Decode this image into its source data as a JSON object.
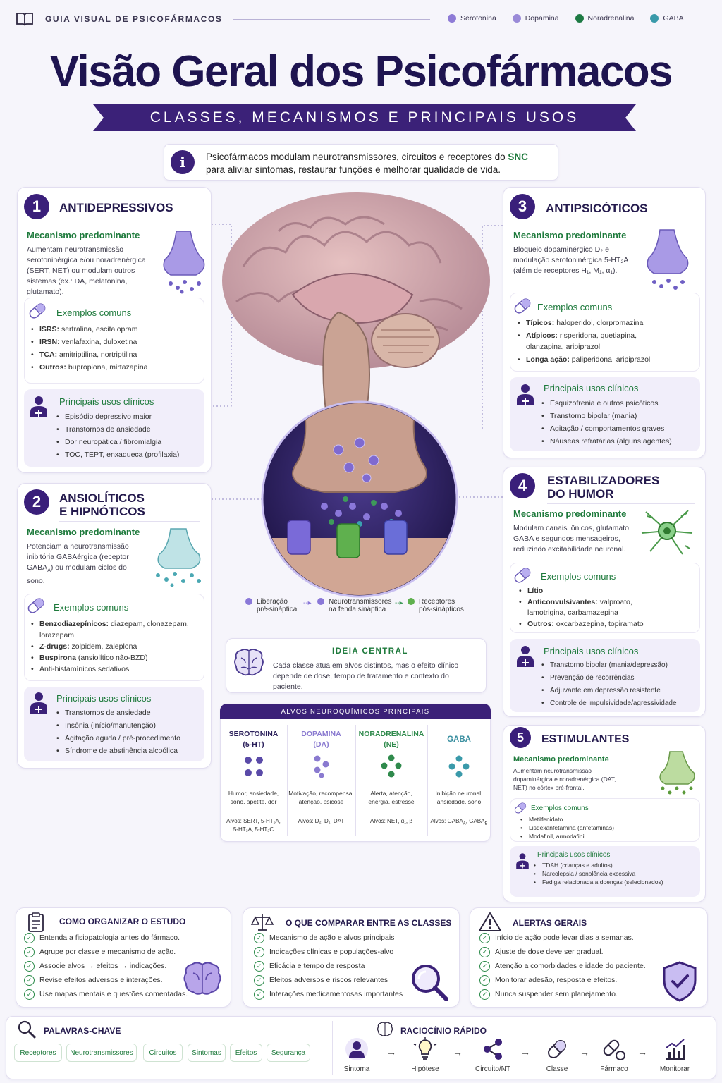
{
  "header": {
    "brand": "GUIA VISUAL DE PSICOFÁRMACOS",
    "legend": [
      {
        "label": "Serotonina",
        "color": "#8e7bd6"
      },
      {
        "label": "Dopamina",
        "color": "#9a8ad8"
      },
      {
        "label": "Noradrenalina",
        "color": "#1e7a44"
      },
      {
        "label": "GABA",
        "color": "#3a9aaa"
      }
    ]
  },
  "title": "Visão Geral dos Psicofármacos",
  "subtitle": "CLASSES, MECANISMOS E PRINCIPAIS USOS",
  "intro": {
    "line1": "Psicofármacos modulam neurotransmissores, circuitos e receptores do ",
    "snc": "SNC",
    "line2": "para aliviar sintomas, restaurar funções e melhorar qualidade de vida."
  },
  "labels": {
    "mechanism": "Mecanismo predominante",
    "examples": "Exemplos comuns",
    "uses": "Principais usos clínicos"
  },
  "c1": {
    "num": "1",
    "title": "ANTIDEPRESSIVOS",
    "mechanism": "Aumentam neurotransmissão serotoninérgica e/ou noradrenérgica (SERT, NET) ou modulam outros sistemas (ex.: DA, melatonina, glutamato).",
    "examples": [
      {
        "k": "ISRS:",
        "v": "sertralina, escitalopram"
      },
      {
        "k": "IRSN:",
        "v": "venlafaxina, duloxetina"
      },
      {
        "k": "TCA:",
        "v": "amitriptilina, nortriptilina"
      },
      {
        "k": "Outros:",
        "v": "bupropiona, mirtazapina"
      }
    ],
    "uses": [
      "Episódio depressivo maior",
      "Transtornos de ansiedade",
      "Dor neuropática / fibromialgia",
      "TOC, TEPT, enxaqueca (profilaxia)"
    ]
  },
  "c2": {
    "num": "2",
    "title1": "ANSIOLÍTICOS",
    "title2": "E HIPNÓTICOS",
    "mechanism1": "Potenciam a neurotransmissão inibitória GABAérgica",
    "mechanism2": "(receptor GABA",
    "mechanism_sub": "A",
    "mechanism3": ") ou modulam ciclos do sono.",
    "examples": [
      {
        "k": "Benzodiazepínicos:",
        "v": "diazepam, clonazepam, lorazepam"
      },
      {
        "k": "Z-drugs:",
        "v": "zolpidem, zaleplona"
      },
      {
        "k": "Buspirona",
        "v": "(ansiolítico não-BZD)"
      },
      {
        "k": "Anti-histamínicos sedativos",
        "v": ""
      }
    ],
    "uses": [
      "Transtornos de ansiedade",
      "Insônia (início/manutenção)",
      "Agitação aguda / pré-procedimento",
      "Síndrome de abstinência alcoólica"
    ]
  },
  "c3": {
    "num": "3",
    "title": "ANTIPSICÓTICOS",
    "mechanism": "Bloqueio dopaminérgico D₂ e modulação serotoninérgica 5-HT₂A (além de receptores H₁, M₁, α₁).",
    "examples": [
      {
        "k": "Típicos:",
        "v": "haloperidol, clorpromazina"
      },
      {
        "k": "Atípicos:",
        "v": "risperidona, quetiapina, olanzapina, aripiprazol"
      },
      {
        "k": "Longa ação:",
        "v": "paliperidona, aripiprazol"
      }
    ],
    "uses": [
      "Esquizofrenia e outros psicóticos",
      "Transtorno bipolar (mania)",
      "Agitação / comportamentos graves",
      "Náuseas refratárias (alguns agentes)"
    ]
  },
  "c4": {
    "num": "4",
    "title1": "ESTABILIZADORES",
    "title2": "DO HUMOR",
    "mechanism": "Modulam canais iônicos, glutamato, GABA e segundos mensageiros, reduzindo excitabilidade neuronal.",
    "examples": [
      {
        "k": "Lítio",
        "v": ""
      },
      {
        "k": "Anticonvulsivantes:",
        "v": "valproato, lamotrigina, carbamazepina"
      },
      {
        "k": "Outros:",
        "v": "oxcarbazepina, topiramato"
      }
    ],
    "uses": [
      "Transtorno bipolar (mania/depressão)",
      "Prevenção de recorrências",
      "Adjuvante em depressão resistente",
      "Controle de impulsividade/agressividade"
    ]
  },
  "c5": {
    "num": "5",
    "title": "ESTIMULANTES",
    "mechanism": "Aumentam neurotransmissão dopaminérgica e noradrenérgica (DAT, NET) no córtex pré-frontal.",
    "examples": [
      "Metilfenidato",
      "Lisdexanfetamina (anfetaminas)",
      "Modafinil, armodafinil"
    ],
    "uses": [
      "TDAH (crianças e adultos)",
      "Narcolepsia / sonolência excessiva",
      "Fadiga relacionada a doenças (selecionados)"
    ]
  },
  "synapse": {
    "l1a": "Liberação",
    "l1b": "pré-sináptica",
    "l2a": "Neurotransmissores",
    "l2b": "na fenda sináptica",
    "l3a": "Receptores",
    "l3b": "pós-sinápticos"
  },
  "central": {
    "title": "IDEIA CENTRAL",
    "text": "Cada classe atua em alvos distintos, mas o efeito clínico depende de dose, tempo de tratamento e contexto do paciente."
  },
  "targets": {
    "title": "ALVOS NEUROQUÍMICOS PRINCIPAIS",
    "cols": [
      {
        "name1": "SEROTONINA",
        "name2": "(5-HT)",
        "desc1": "Humor, ansiedade,",
        "desc2": "sono, apetite, dor",
        "alvos1": "Alvos: SERT, 5-HT₁A,",
        "alvos2": "5-HT₂A, 5-HT₂C",
        "color": "#5a4aa8"
      },
      {
        "name1": "DOPAMINA",
        "name2": "(DA)",
        "desc1": "Motivação, recompensa,",
        "desc2": "atenção, psicose",
        "alvos1": "Alvos: D₂, D₁, DAT",
        "alvos2": "",
        "color": "#8a7ad0"
      },
      {
        "name1": "NORADRENALINA",
        "name2": "(NE)",
        "desc1": "Alerta, atenção,",
        "desc2": "energia, estresse",
        "alvos1": "Alvos: NET, α₁, β",
        "alvos2": "",
        "color": "#2f8a4c"
      },
      {
        "name1": "GABA",
        "name2": "",
        "desc1": "Inibição neuronal,",
        "desc2": "ansiedade, sono",
        "alvos1": "Alvos: GABA",
        "alvos2": "",
        "color": "#3a9aaa"
      }
    ]
  },
  "study": {
    "title": "COMO ORGANIZAR O ESTUDO",
    "items": [
      "Entenda a fisiopatologia antes do fármaco.",
      "Agrupe por classe e mecanismo de ação.",
      "Associe alvos → efeitos → indicações.",
      "Revise efeitos adversos e interações.",
      "Use mapas mentais e questões comentadas."
    ]
  },
  "compare": {
    "title": "O QUE COMPARAR ENTRE AS CLASSES",
    "items": [
      "Mecanismo de ação e alvos principais",
      "Indicações clínicas e populações-alvo",
      "Eficácia e tempo de resposta",
      "Efeitos adversos e riscos relevantes",
      "Interações medicamentosas importantes"
    ]
  },
  "alerts": {
    "title": "ALERTAS GERAIS",
    "items": [
      "Início de ação pode levar dias a semanas.",
      "Ajuste de dose deve ser gradual.",
      "Atenção a comorbidades e idade do paciente.",
      "Monitorar adesão, resposta e efeitos.",
      "Nunca suspender sem planejamento."
    ]
  },
  "keywords": {
    "title": "PALAVRAS-CHAVE",
    "items": [
      "Receptores",
      "Neurotransmissores",
      "Circuitos",
      "Sintomas",
      "Efeitos",
      "Segurança"
    ]
  },
  "flow": {
    "title": "RACIOCÍNIO RÁPIDO",
    "steps": [
      "Sintoma",
      "Hipótese",
      "Circuito/NT",
      "Classe",
      "Fármaco",
      "Monitorar"
    ]
  }
}
